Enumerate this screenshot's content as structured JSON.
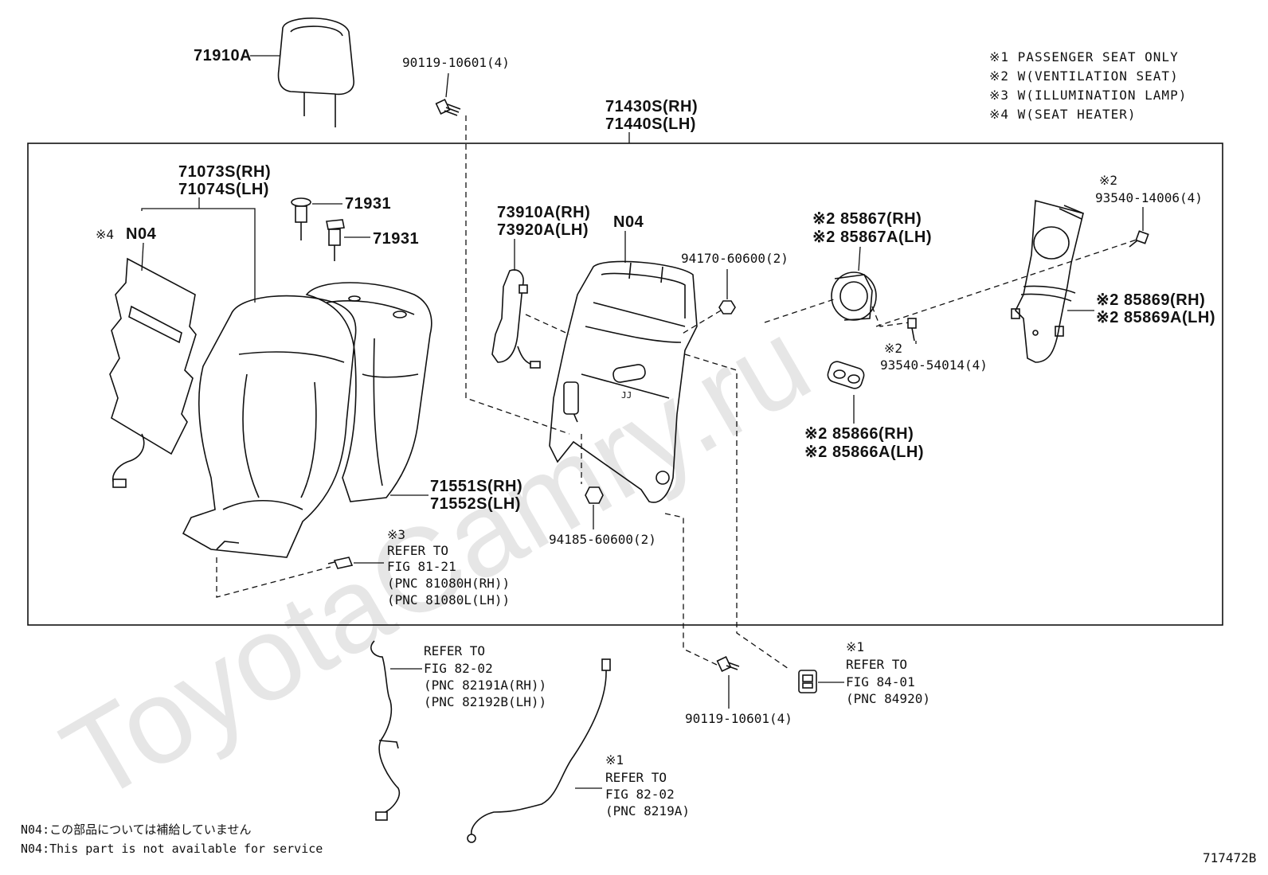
{
  "watermark": "ToyotaCamry.ru",
  "diagram_id": "717472B",
  "legend": [
    "※1  PASSENGER SEAT ONLY",
    "※2  W(VENTILATION SEAT)",
    "※3  W(ILLUMINATION LAMP)",
    "※4  W(SEAT HEATER)"
  ],
  "footnotes": [
    "N04:この部品については補給していません",
    "N04:This part is not available for service"
  ],
  "labels": {
    "headrest": "71910A",
    "bolt_top": "90119-10601(4)",
    "assembly_rh": "71430S(RH)",
    "assembly_lh": "71440S(LH)",
    "cover_rh": "71073S(RH)",
    "cover_lh": "71074S(LH)",
    "heater_mark": "※4",
    "heater": "N04",
    "guide_1": "71931",
    "guide_2": "71931",
    "trim_rh": "73910A(RH)",
    "trim_lh": "73920A(LH)",
    "frame": "N04",
    "nut_upper": "94170-60600(2)",
    "fan_rh": "※2 85867(RH)",
    "fan_lh": "※2 85867A(LH)",
    "screw_right_mark": "※2",
    "screw_right": "93540-14006(4)",
    "duct_rh": "※2 85869(RH)",
    "duct_lh": "※2 85869A(LH)",
    "screw_mid_mark": "※2",
    "screw_mid": "93540-54014(4)",
    "vent_rh": "※2 85866(RH)",
    "vent_lh": "※2 85866A(LH)",
    "pad_rh": "71551S(RH)",
    "pad_lh": "71552S(LH)",
    "nut_lower": "94185-60600(2)",
    "bolt_bottom": "90119-10601(4)"
  },
  "refs": {
    "lamp": [
      "※3",
      "REFER TO",
      "FIG 81-21",
      "(PNC 81080H(RH))",
      "(PNC 81080L(LH))"
    ],
    "harness1": [
      "REFER TO",
      "FIG 82-02",
      "(PNC 82191A(RH))",
      "(PNC 82192B(LH))"
    ],
    "harness2": [
      "※1",
      "REFER TO",
      "FIG 82-02",
      "(PNC 8219A)"
    ],
    "switch": [
      "※1",
      "REFER TO",
      "FIG 84-01",
      "(PNC 84920)"
    ]
  }
}
